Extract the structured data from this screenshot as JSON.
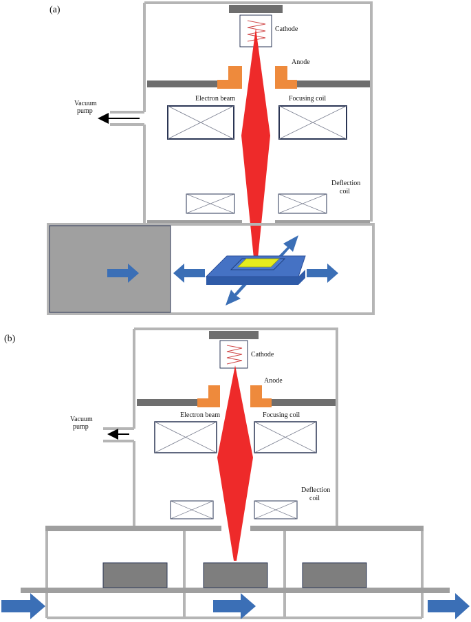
{
  "colors": {
    "wall": "#b5b5b5",
    "dark_bar": "#6e6e6e",
    "beam": "#ee2a2a",
    "anode": "#ee8a3c",
    "coil_stroke": "#2a3554",
    "chamber_fill": "#a0a0a0",
    "arrow_blue": "#3b6fb6",
    "stage_blue": "#4572c4",
    "sample_yellow": "#e6ec1e",
    "filament_red": "#d04848"
  },
  "panel_a": {
    "tag": "(a)",
    "cathode": "Cathode",
    "anode": "Anode",
    "vacuum_pump_1": "Vacuum",
    "vacuum_pump_2": "pump",
    "electron_beam": "Electron beam",
    "focusing_coil": "Focusing coil",
    "deflection_coil_1": "Deflection",
    "deflection_coil_2": "coil"
  },
  "panel_b": {
    "tag": "(b)",
    "cathode": "Cathode",
    "anode": "Anode",
    "vacuum_pump_1": "Vacuum",
    "vacuum_pump_2": "pump",
    "electron_beam": "Electron beam",
    "focusing_coil": "Focusing coil",
    "deflection_coil_1": "Deflection",
    "deflection_coil_2": "coil"
  }
}
